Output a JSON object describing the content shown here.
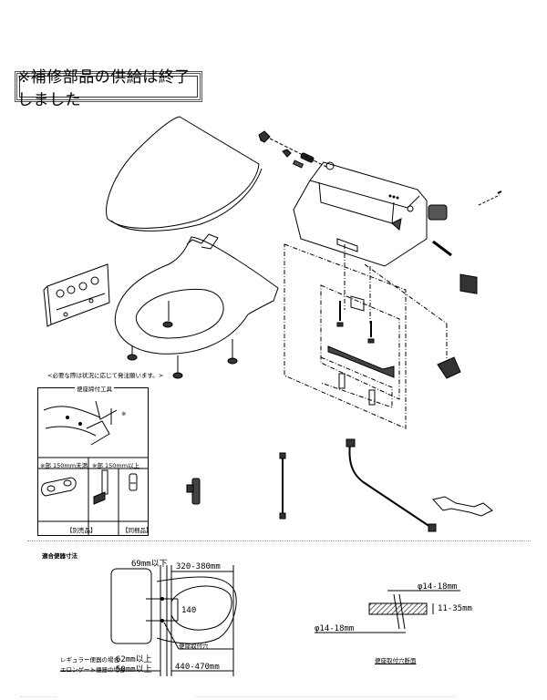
{
  "notice": {
    "text": "※補修部品の供給は終了しました"
  },
  "parts_diagram": {
    "items": [
      {
        "id": "lid",
        "name": "toilet-lid"
      },
      {
        "id": "seat",
        "name": "toilet-seat"
      },
      {
        "id": "remote",
        "name": "remote-control"
      },
      {
        "id": "main_unit",
        "name": "main-body-unit"
      },
      {
        "id": "hinge_bracket",
        "name": "hinge-bracket"
      },
      {
        "id": "mounting_plate",
        "name": "mounting-base-plate"
      },
      {
        "id": "filter",
        "name": "filter-part"
      },
      {
        "id": "stop_valve",
        "name": "branch-valve"
      },
      {
        "id": "water_hose",
        "name": "water-supply-hose"
      },
      {
        "id": "flex_hose",
        "name": "flexible-hose"
      },
      {
        "id": "wrench",
        "name": "spanner-wrench"
      }
    ]
  },
  "tool_note": {
    "heading": "<必要な際は状況に応じて発注願います。>",
    "tool_label": "便座締付工具",
    "marker": "※",
    "col1_header": "※部 150mm未満",
    "col2_header": "※部 150mm以上",
    "col1_footer": "【別売品】",
    "col2_footer": "【同梱品】"
  },
  "dimensions": {
    "title": "適合便器寸法",
    "dim_69": "69mm以下",
    "dim_320_380": "320-380mm",
    "dim_140": "140",
    "hole_label": "便座取付穴",
    "regular_label": "レギュラー便器の場合",
    "regular_value": "62mm以上",
    "elongated_label": "エロンゲート便器の場合",
    "elongated_value": "50mm以上",
    "dim_440_470": "440-470mm"
  },
  "section": {
    "dia_top": "φ14-18mm",
    "dia_bottom": "φ14-18mm",
    "thickness": "11-35mm",
    "caption": "便座取付穴断面"
  }
}
